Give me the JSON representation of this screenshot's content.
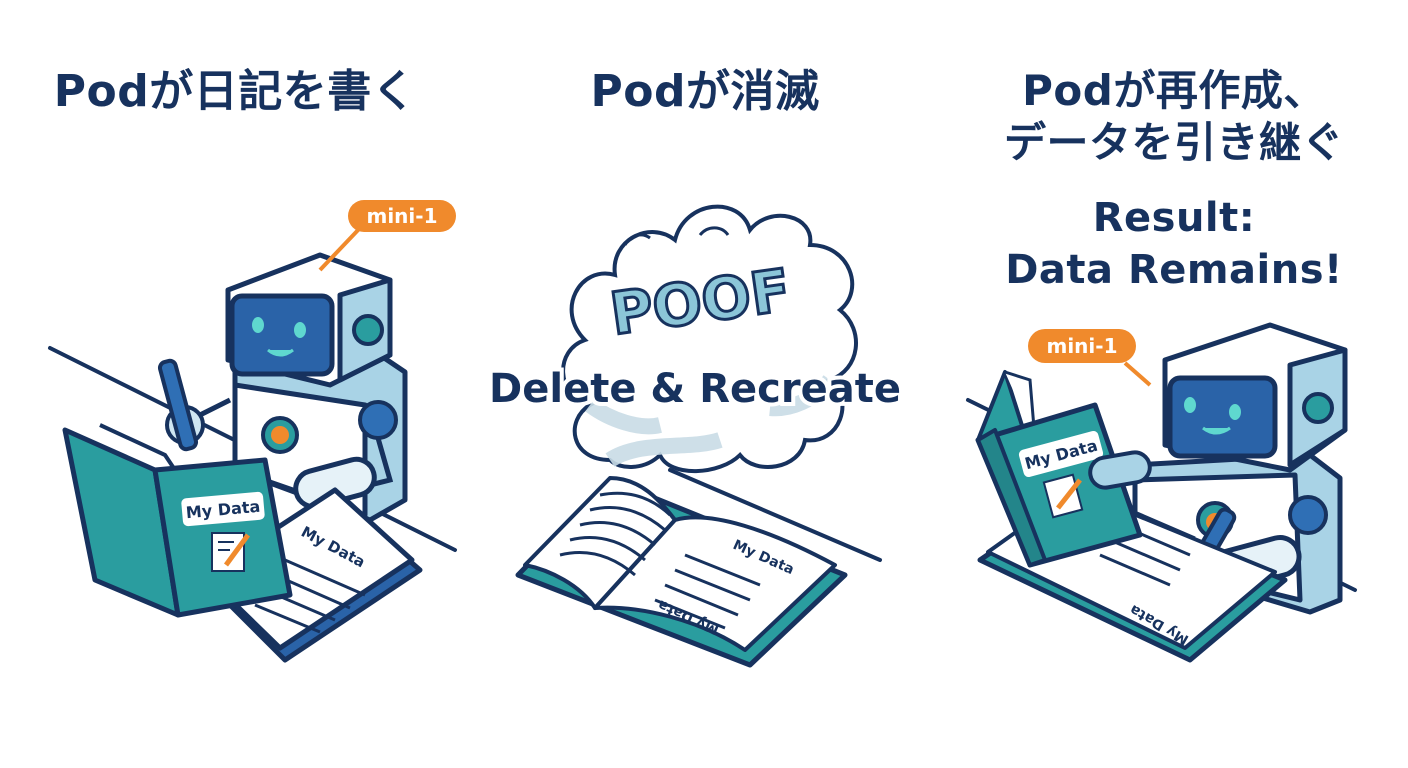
{
  "panels": [
    {
      "title": "Podが日記を書く",
      "robot_badge": "mini-1",
      "book_label": "My Data",
      "page_label": "My Data"
    },
    {
      "title": "Podが消滅",
      "cloud_text": "POOF",
      "caption": "Delete & Recreate",
      "page_label_top": "My Data",
      "page_label_bottom": "My Data"
    },
    {
      "title_line1": "Podが再作成、",
      "title_line2": "データを引き継ぐ",
      "result_line1": "Result:",
      "result_line2": "Data Remains!",
      "robot_badge": "mini-1",
      "book_label": "My Data",
      "page_label": "My Data"
    }
  ],
  "colors": {
    "navy": "#17325e",
    "teal": "#2a9d9f",
    "orange": "#f08a2c",
    "robot_blue": "#2f6fb5",
    "screen_blue": "#2a63a8",
    "light_blue": "#a9d3e6",
    "face_teal": "#5fd8cf",
    "cloud_shade": "#c9dbe6",
    "poof_fill": "#8cc6d8"
  }
}
